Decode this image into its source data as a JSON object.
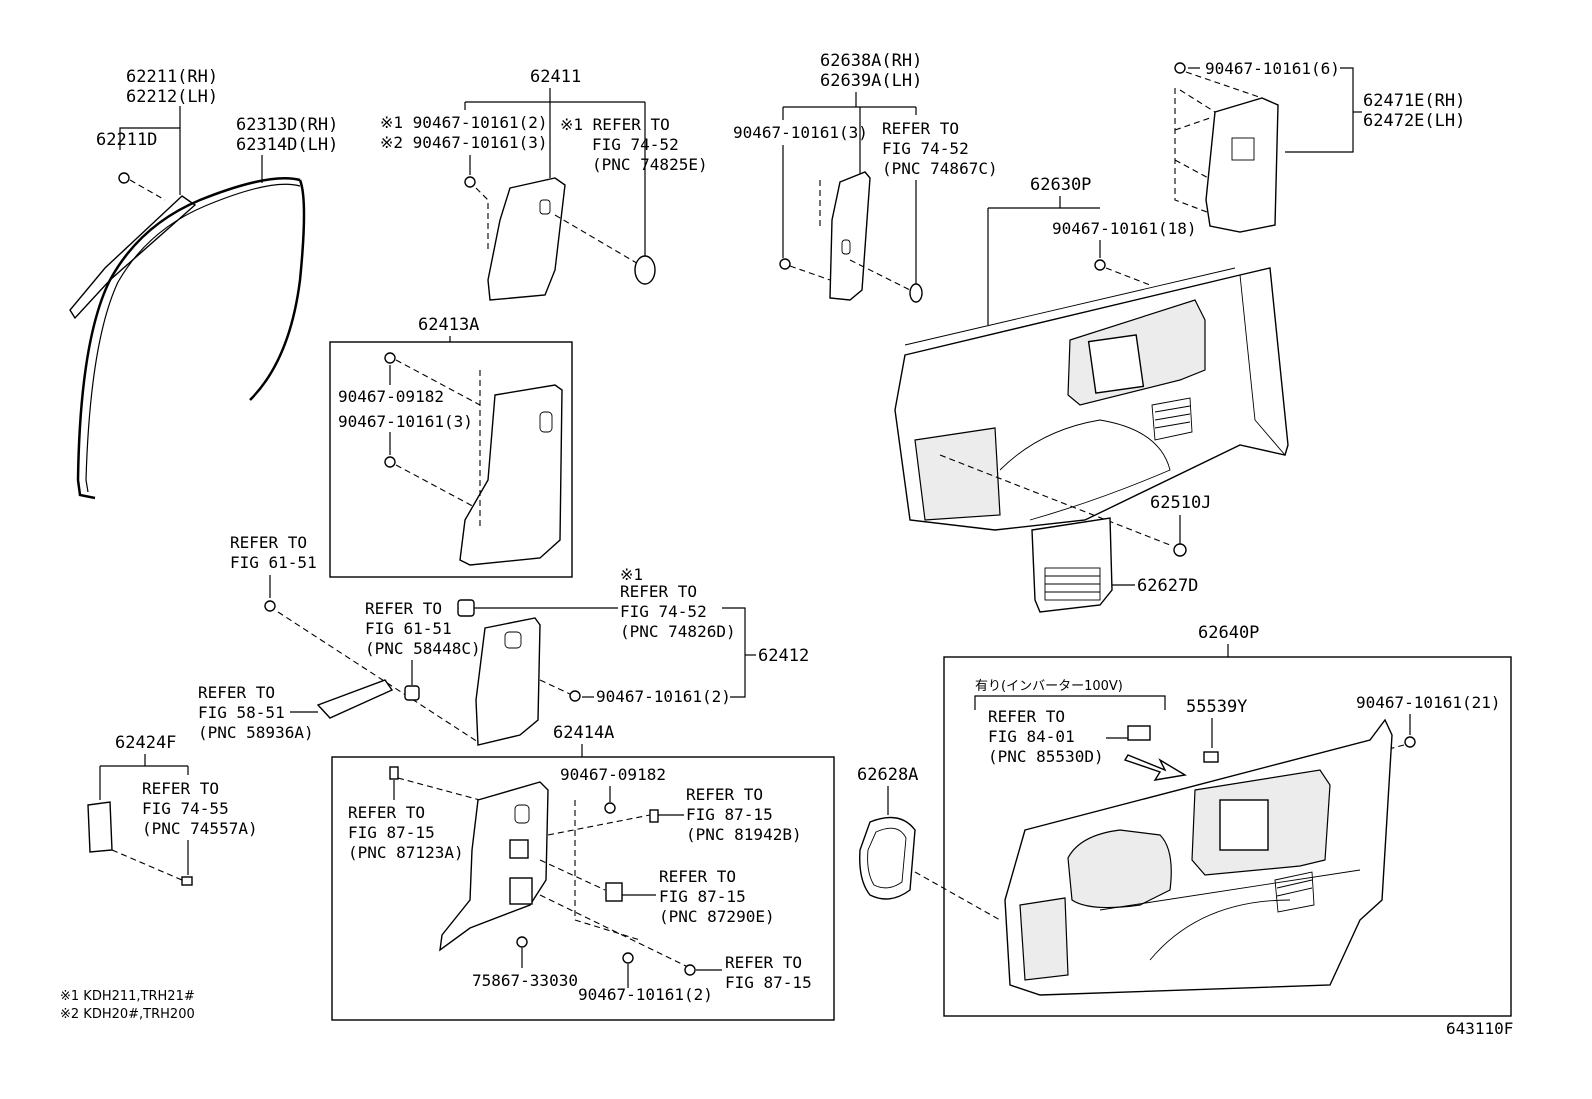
{
  "figure_id": "643110F",
  "notes": {
    "note1": "※1 KDH211,TRH21#",
    "note2": "※2 KDH20#,TRH200"
  },
  "labels": {
    "p62211rh": "62211(RH)",
    "p62212lh": "62212(LH)",
    "p62211d": "62211D",
    "p62313d": "62313D(RH)",
    "p62314d": "62314D(LH)",
    "p62411": "62411",
    "s1_90467_2": "※1 90467-10161(2)",
    "s2_90467_3": "※2 90467-10161(3)",
    "r74_52_a1": "※1 REFER TO",
    "r74_52_a2": "FIG 74-52",
    "r74_52_a3": "(PNC 74825E)",
    "p62413a": "62413A",
    "b1": "90467-09182",
    "b2": "90467-10161(3)",
    "p62638a": "62638A(RH)",
    "p62639a": "62639A(LH)",
    "c1": "90467-10161(3)",
    "r74_52_b1": "REFER TO",
    "r74_52_b2": "FIG 74-52",
    "r74_52_b3": "(PNC 74867C)",
    "d1": "90467-10161(6)",
    "p62471e": "62471E(RH)",
    "p62472e": "62472E(LH)",
    "p62630p": "62630P",
    "d2": "90467-10161(18)",
    "p62510j": "62510J",
    "p62627d": "62627D",
    "r61_51_a1": "REFER TO",
    "r61_51_a2": "FIG 61-51",
    "r61_51_b1": "REFER TO",
    "r61_51_b2": "FIG 61-51",
    "r61_51_b3": "(PNC 58448C)",
    "s1mark": "※1",
    "r74_52_c1": "REFER TO",
    "r74_52_c2": "FIG 74-52",
    "r74_52_c3": "(PNC 74826D)",
    "p62412": "62412",
    "e1": "90467-10161(2)",
    "r58_51_1": "REFER TO",
    "r58_51_2": "FIG 58-51",
    "r58_51_3": "(PNC 58936A)",
    "p62424f": "62424F",
    "r74_55_1": "REFER TO",
    "r74_55_2": "FIG 74-55",
    "r74_55_3": "(PNC 74557A)",
    "p62414a": "62414A",
    "f1": "90467-09182",
    "r87_15_a1": "REFER TO",
    "r87_15_a2": "FIG 87-15",
    "r87_15_a3": "(PNC 87123A)",
    "r87_15_b1": "REFER TO",
    "r87_15_b2": "FIG 87-15",
    "r87_15_b3": "(PNC 81942B)",
    "r87_15_c1": "REFER TO",
    "r87_15_c2": "FIG 87-15",
    "r87_15_c3": "(PNC 87290E)",
    "f2": "75867-33030",
    "f3": "90467-10161(2)",
    "r87_15_d1": "REFER TO",
    "r87_15_d2": "FIG 87-15",
    "p62640p": "62640P",
    "inverter": "有り(インバーター100V)",
    "r84_01_1": "REFER TO",
    "r84_01_2": "FIG 84-01",
    "r84_01_3": "(PNC 85530D)",
    "p55539y": "55539Y",
    "g1": "90467-10161(21)",
    "p62628a": "62628A"
  }
}
